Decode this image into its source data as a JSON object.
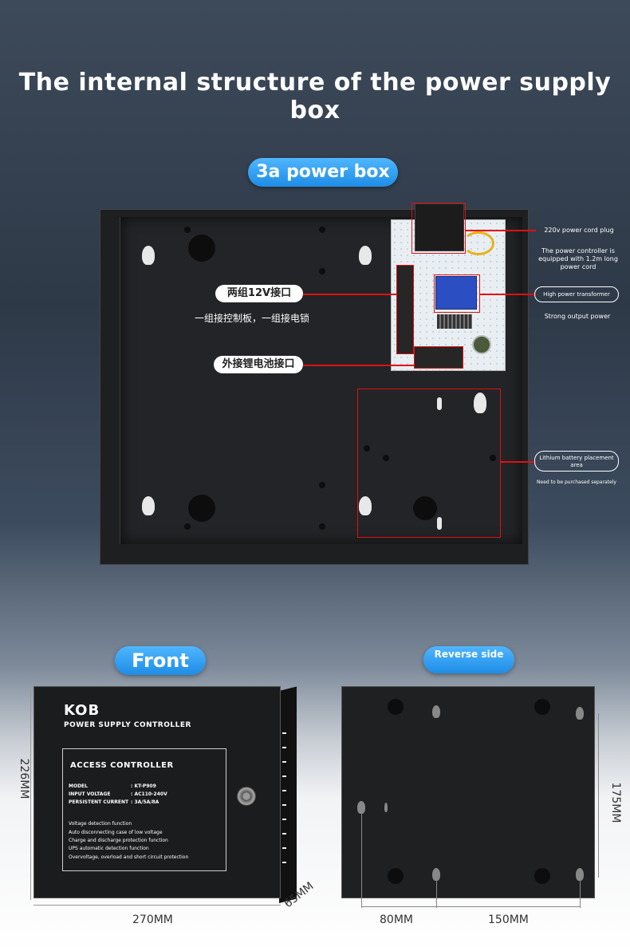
{
  "title": "The internal structure of the power supply box",
  "box_label": "3a power box",
  "callouts": {
    "interface_12v": "两组12V接口",
    "interface_12v_desc": "一组接控制板，一组接电锁",
    "battery_interface": "外接锂电池接口",
    "cord_plug": "220v power cord plug",
    "controller_cord": "The power controller is equipped with 1.2m long power cord",
    "transformer": "High power transformer",
    "output": "Strong output power",
    "battery_area": "Lithium battery placement area",
    "battery_note": "Need to be purchased separately"
  },
  "front_label": "Front",
  "reverse_label": "Reverse side",
  "front_panel": {
    "brand": "KOB",
    "subtitle": "POWER SUPPLY CONTROLLER",
    "panel_title": "ACCESS CONTROLLER",
    "specs": [
      {
        "k": "MODEL",
        "v": ": KT-P909"
      },
      {
        "k": "INPUT VOLTAGE",
        "v": ": AC110-240V"
      },
      {
        "k": "PERSISTENT CURRENT",
        "v": ": 3A/5A/8A"
      }
    ],
    "features": [
      "Voltage detection function",
      "Auto disconnecting case of low voltage",
      "Charge and discharge protection function",
      "UPS automatic detection function",
      "Overvoltage, overload and short circuit protection"
    ]
  },
  "dimensions": {
    "height": "226MM",
    "width": "270MM",
    "depth": "65MM",
    "rev_height": "175MM",
    "rev_w1": "80MM",
    "rev_w2": "150MM"
  }
}
